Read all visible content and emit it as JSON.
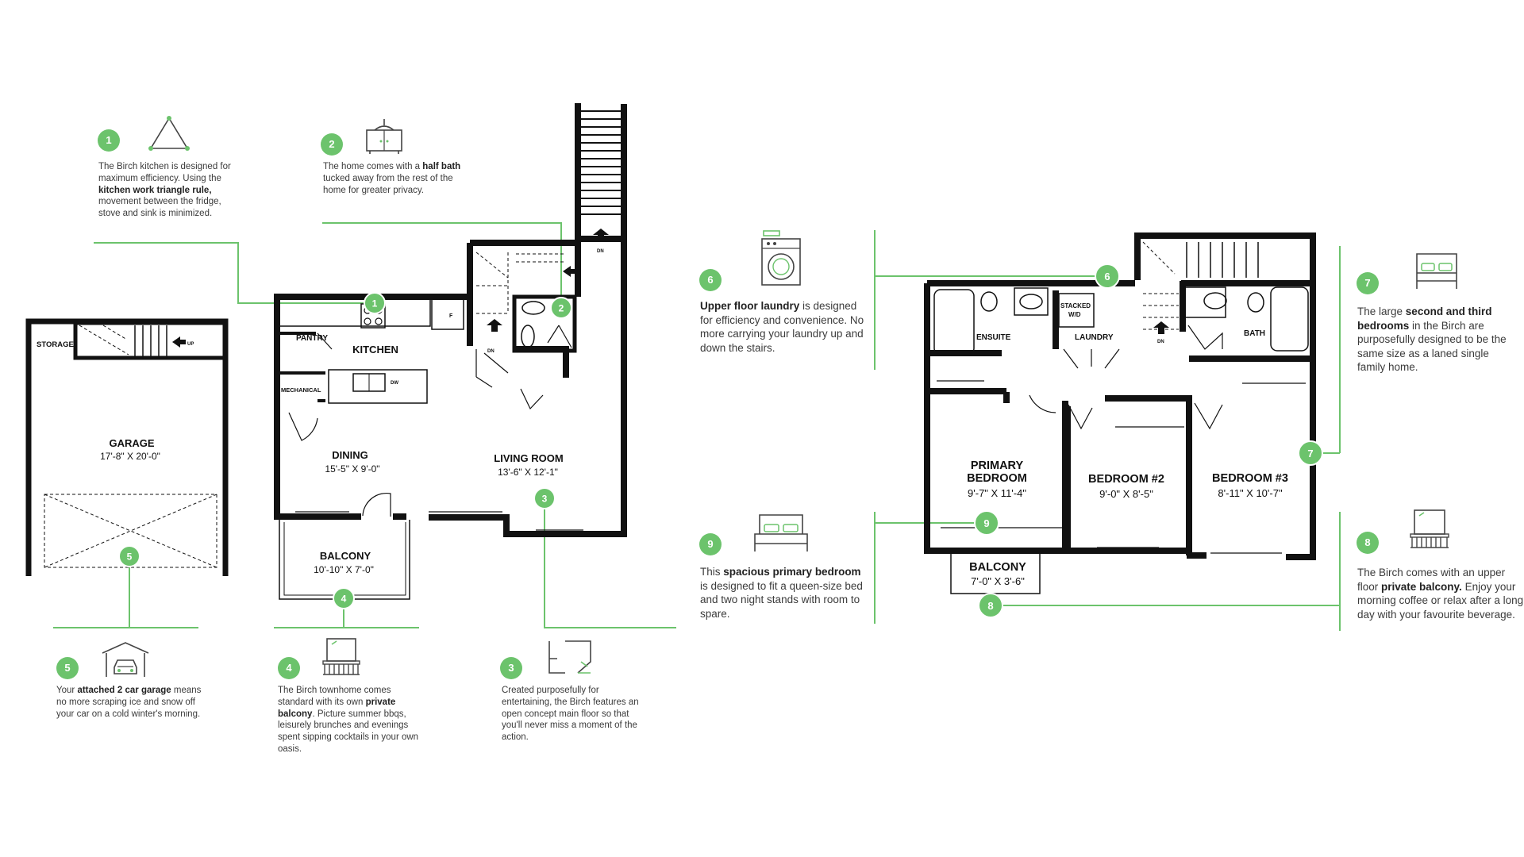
{
  "colors": {
    "accent": "#6cc36c",
    "wall": "#111111",
    "leader": "#6cc36c"
  },
  "rooms": {
    "storage": "STORAGE",
    "up": "UP",
    "garage": "GARAGE",
    "garage_dim": "17'-8\" X 20'-0\"",
    "pantry": "PANTRY",
    "kitchen": "KITCHEN",
    "mechanical": "MECHANICAL",
    "dining": "DINING",
    "dining_dim": "15'-5\" X 9'-0\"",
    "living": "LIVING ROOM",
    "living_dim": "13'-6\" X 12'-1\"",
    "balcony_main": "BALCONY",
    "balcony_main_dim": "10'-10\" X 7'-0\"",
    "dn1": "DN",
    "dn2": "DN",
    "dn3": "DN",
    "dw": "DW",
    "fridge": "F",
    "ensuite": "ENSUITE",
    "stacked": "STACKED",
    "wd": "W/D",
    "laundry": "LAUNDRY",
    "bath": "BATH",
    "primary_1": "PRIMARY",
    "primary_2": "BEDROOM",
    "primary_dim": "9'-7\" X 11'-4\"",
    "bed2": "BEDROOM #2",
    "bed2_dim": "9'-0\" X 8'-5\"",
    "bed3": "BEDROOM #3",
    "bed3_dim": "8'-11\" X 10'-7\"",
    "balcony_up": "BALCONY",
    "balcony_up_dim": "7'-0\" X 3'-6\""
  },
  "markers": [
    "1",
    "2",
    "3",
    "4",
    "5",
    "6",
    "7",
    "8",
    "9"
  ],
  "callouts": {
    "c1": {
      "num": "1",
      "icon": "triangle-icon",
      "pre": "The Birch kitchen is designed for maximum efficiency. Using the ",
      "bold": "kitchen work triangle rule,",
      "post": " movement between the fridge, stove and sink is minimized."
    },
    "c2": {
      "num": "2",
      "icon": "vanity-icon",
      "pre": "The home comes with a ",
      "bold": "half bath",
      "post": " tucked away from the rest of the home for greater privacy."
    },
    "c3": {
      "num": "3",
      "icon": "floorplan-icon",
      "pre": "Created purposefully for entertaining, the Birch features an open concept main floor so that you'll never miss a moment of the action.",
      "bold": "",
      "post": ""
    },
    "c4": {
      "num": "4",
      "icon": "balcony-icon",
      "pre": "The Birch townhome comes standard with its own ",
      "bold": "private balcony",
      "post": ". Picture summer bbqs, leisurely brunches and evenings spent sipping cocktails in your own oasis."
    },
    "c5": {
      "num": "5",
      "icon": "garage-car-icon",
      "pre": "Your ",
      "bold": "attached 2 car garage",
      "post": " means no more scraping ice and snow off your car on a cold winter's morning."
    },
    "c6": {
      "num": "6",
      "icon": "washer-icon",
      "pre": "",
      "bold": "Upper floor laundry",
      "post": " is designed for efficiency and convenience. No more carrying your laundry up and down the stairs."
    },
    "c7": {
      "num": "7",
      "icon": "bed-icon",
      "pre": "The large ",
      "bold": "second and third bedrooms",
      "post": " in the Birch are purposefully designed to be the same size as a laned single family home."
    },
    "c8": {
      "num": "8",
      "icon": "balcony-icon",
      "pre": "The Birch comes with an upper floor ",
      "bold": "private balcony.",
      "post": " Enjoy your morning coffee or relax after a long day with your favourite beverage."
    },
    "c9": {
      "num": "9",
      "icon": "bed-icon",
      "pre": "This ",
      "bold": "spacious primary bedroom",
      "post": " is designed to fit a queen-size bed and two night stands with room to spare."
    }
  }
}
